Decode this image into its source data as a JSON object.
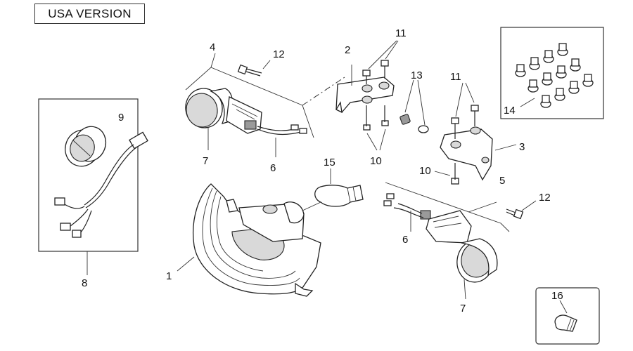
{
  "header": {
    "version_label": "USA VERSION"
  },
  "callouts": {
    "c1": "1",
    "c2": "2",
    "c3": "3",
    "c4": "4",
    "c5": "5",
    "c6a": "6",
    "c6b": "6",
    "c7a": "7",
    "c7b": "7",
    "c8": "8",
    "c9": "9",
    "c10a": "10",
    "c10b": "10",
    "c11a": "11",
    "c11b": "11",
    "c12a": "12",
    "c12b": "12",
    "c13": "13",
    "c14": "14",
    "c15": "15",
    "c16": "16"
  }
}
